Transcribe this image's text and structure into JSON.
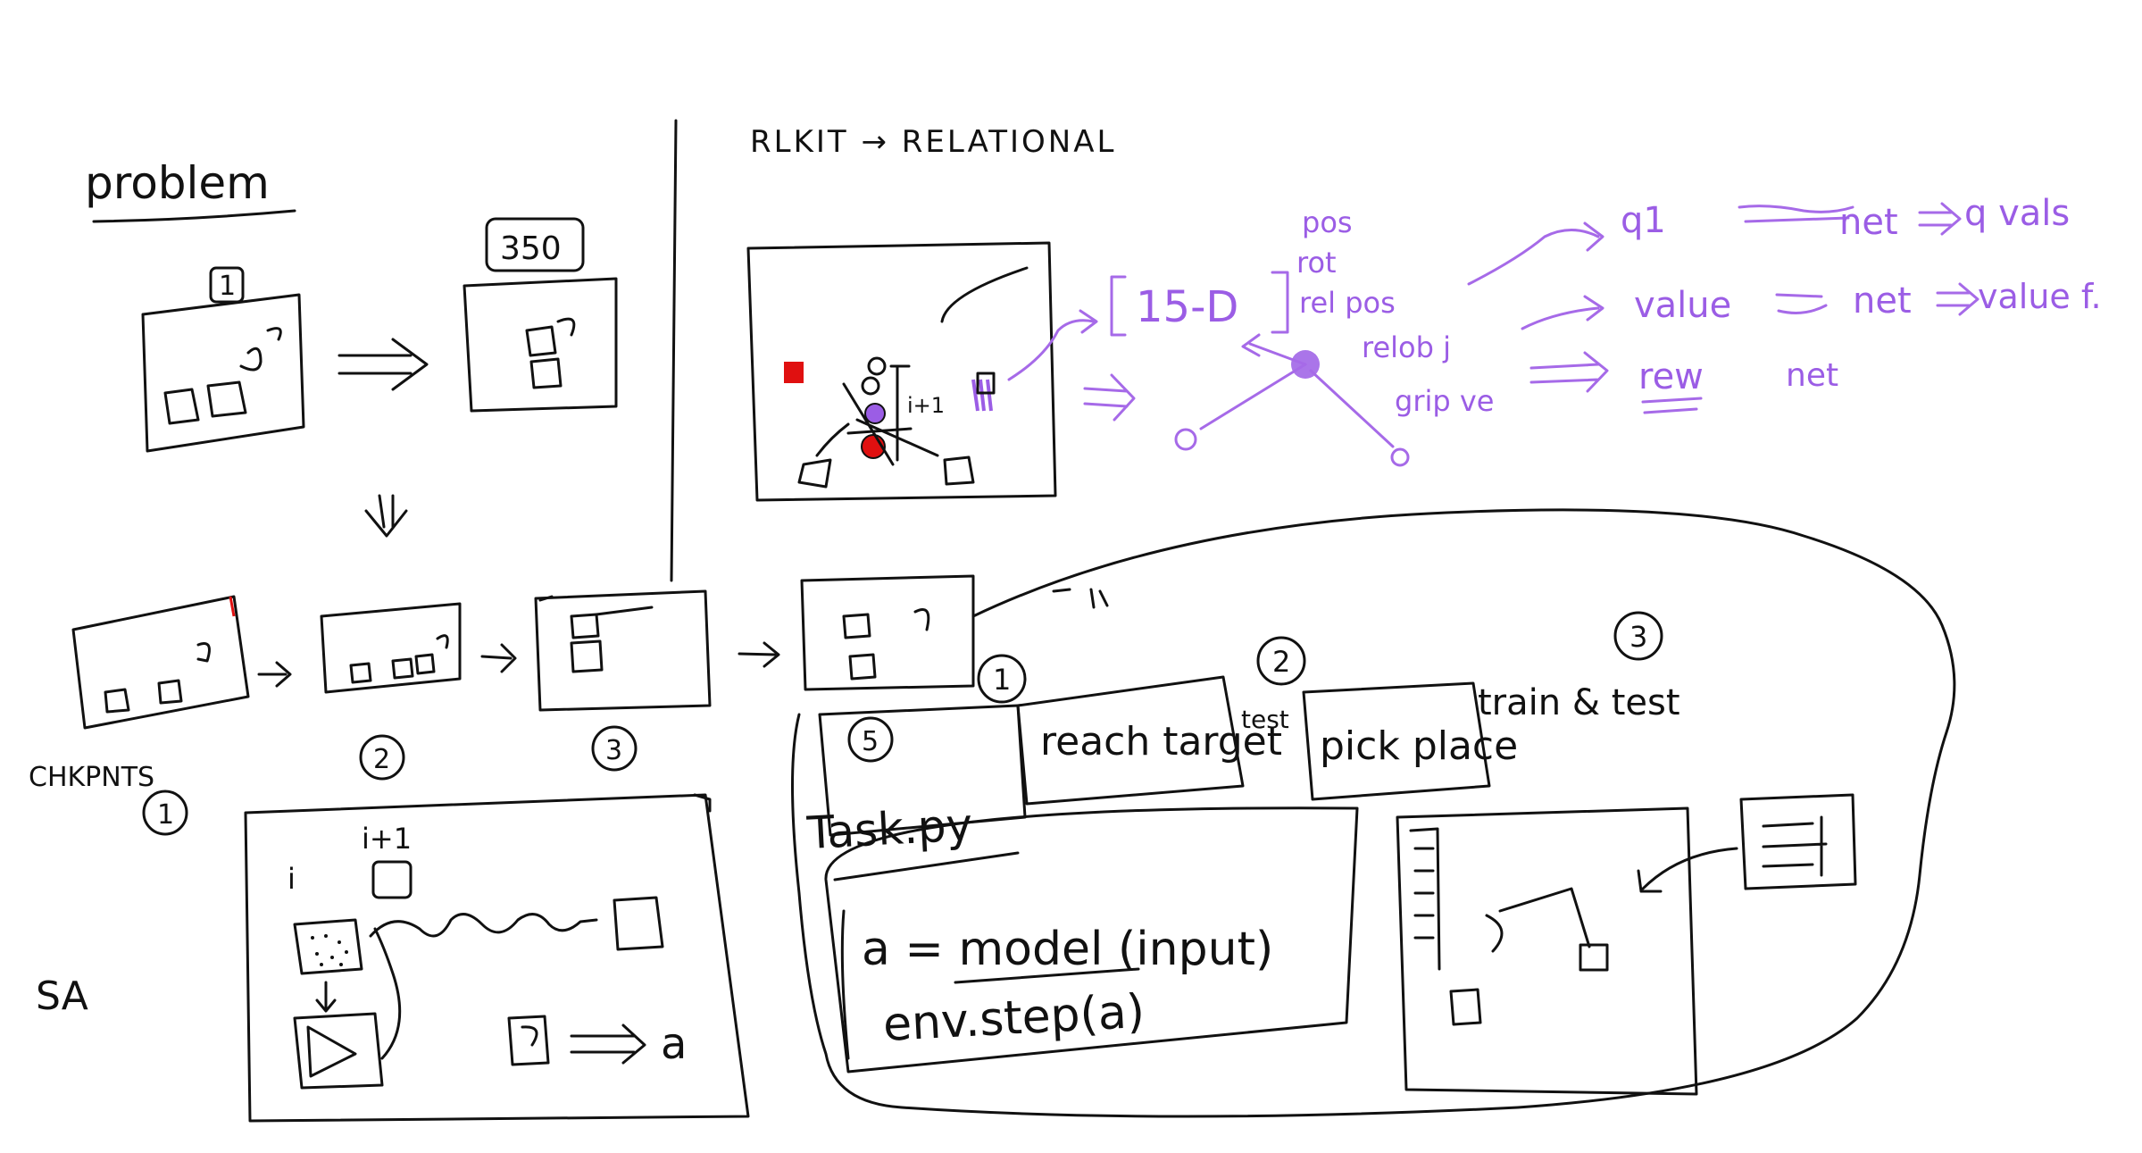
{
  "colors": {
    "ink": "#111111",
    "accent": "#9b5de5",
    "marker_red": "#e01010"
  },
  "problem": {
    "title": "problem",
    "step_label": "1",
    "count_label": "350"
  },
  "checkpoints": {
    "label": "CHKPNTS",
    "numbers": [
      "1",
      "2",
      "3",
      "5"
    ]
  },
  "sa": {
    "label": "SA",
    "index_i": "i",
    "index_next": "i+1",
    "action_label": "a"
  },
  "rlkit": {
    "title": "RLKIT → RELATIONAL",
    "state_dim": "15-D",
    "features": [
      "pos",
      "rot",
      "rel pos",
      "relob j",
      "grip ve"
    ],
    "arm_label": "i+1",
    "nets": [
      {
        "name": "q1",
        "arrow_to": "q vals",
        "net": "net"
      },
      {
        "name": "value",
        "arrow_to": "value f.",
        "net": "net"
      },
      {
        "name": "rew",
        "net": "net"
      }
    ]
  },
  "tasks": {
    "file": "Task.py",
    "stages": [
      {
        "num": "1",
        "label": "reach target"
      },
      {
        "num": "2",
        "label": "pick place"
      },
      {
        "num": "3",
        "label": "train & test"
      }
    ],
    "connector": "test",
    "code_lines": [
      "a = model (input)",
      "env.step(a)"
    ]
  }
}
